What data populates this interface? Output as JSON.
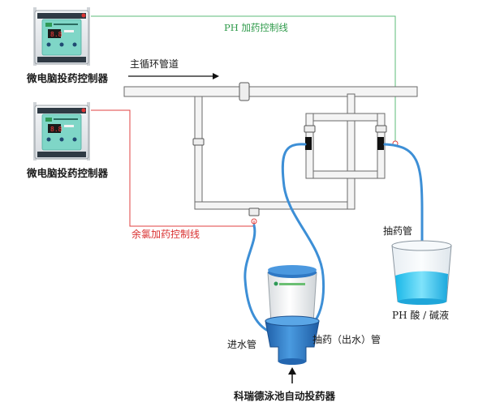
{
  "controller_labels": [
    "微电脑投药控制器",
    "微电脑投药控制器"
  ],
  "controller_display_1": "8.8",
  "controller_display_2": "8.8",
  "main_pipe_label": "主循环管道",
  "ph_control_line_label": "PH 加药控制线",
  "chlorine_control_line_label": "余氯加药控制线",
  "suction_pipe_label": "抽药管",
  "ph_liquid_label": "PH 酸 / 碱液",
  "inlet_pipe_label": "进水管",
  "outlet_pipe_label": "抽药（出水）管",
  "doser_label": "科瑞德泳池自动投药器",
  "colors": {
    "green_line": "#5dbb78",
    "red_line": "#e04040",
    "hose": "#3d8fd6",
    "pipe_fill": "#f4f4f4",
    "pipe_stroke": "#6a6a6a",
    "doser_blue": "#2f78c4",
    "controller_body": "#e9ecef",
    "controller_face": "#7fd6c7"
  }
}
